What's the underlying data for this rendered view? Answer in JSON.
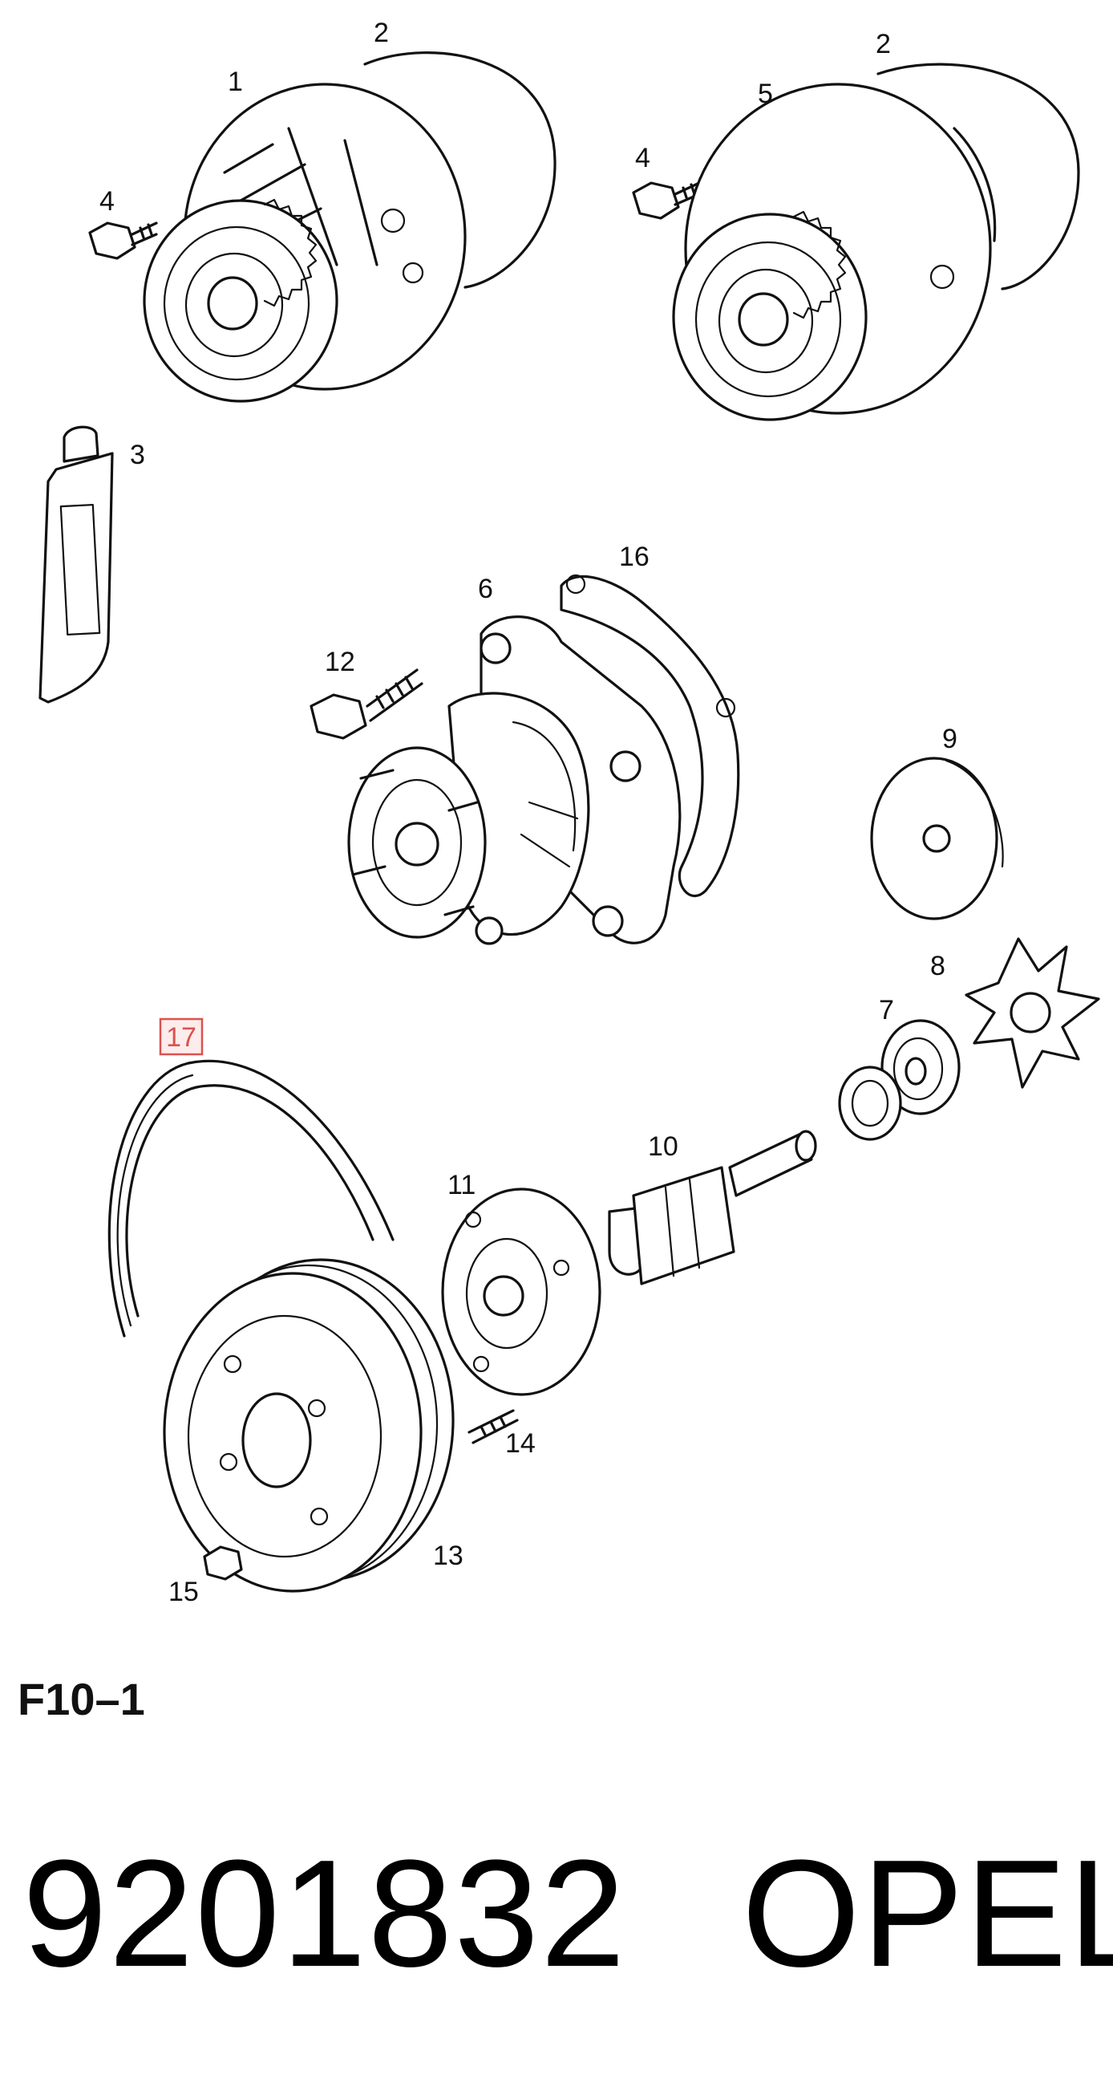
{
  "diagram": {
    "callouts": [
      "1",
      "2",
      "2",
      "3",
      "4",
      "4",
      "5",
      "6",
      "7",
      "8",
      "9",
      "10",
      "11",
      "12",
      "13",
      "14",
      "15",
      "16",
      "17"
    ],
    "highlight_color": "#d9534f"
  },
  "footer": {
    "figure_ref": "F10–1",
    "part_number": "9201832",
    "brand": "OPEL"
  }
}
